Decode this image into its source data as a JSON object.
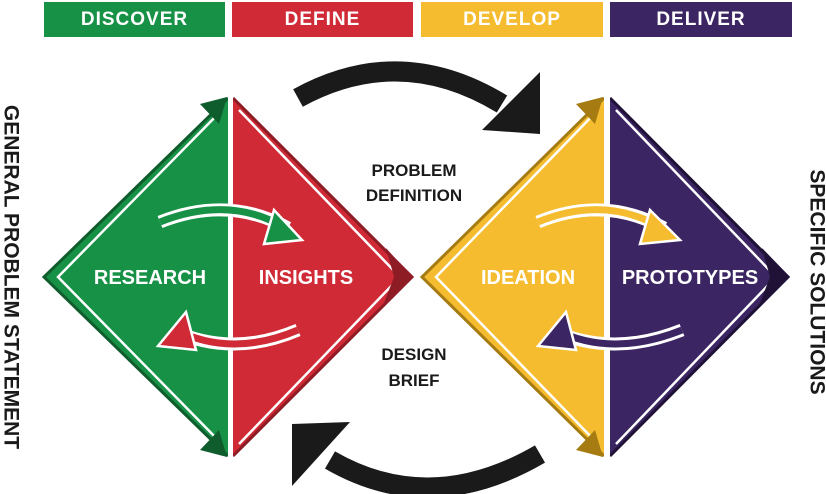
{
  "phases": [
    {
      "label": "DISCOVER",
      "color": "#179146"
    },
    {
      "label": "DEFINE",
      "color": "#cf2a35"
    },
    {
      "label": "DEVELOP",
      "color": "#f5bc2f"
    },
    {
      "label": "DELIVER",
      "color": "#3c2563"
    }
  ],
  "stages": {
    "research": "RESEARCH",
    "insights": "INSIGHTS",
    "ideation": "IDEATION",
    "prototypes": "PROTOTYPES"
  },
  "middle": {
    "problem_definition_line1": "PROBLEM",
    "problem_definition_line2": "DEFINITION",
    "design_brief_line1": "DESIGN",
    "design_brief_line2": "BRIEF"
  },
  "side_labels": {
    "left": "GENERAL PROBLEM STATEMENT",
    "right": "SPECIFIC SOLUTIONS"
  },
  "colors": {
    "discover_dark": "#0f5c2c",
    "define_dark": "#8e1c25",
    "develop_dark": "#a57b12",
    "deliver_dark": "#1f1236",
    "arrow_black": "#1a1a1a"
  }
}
